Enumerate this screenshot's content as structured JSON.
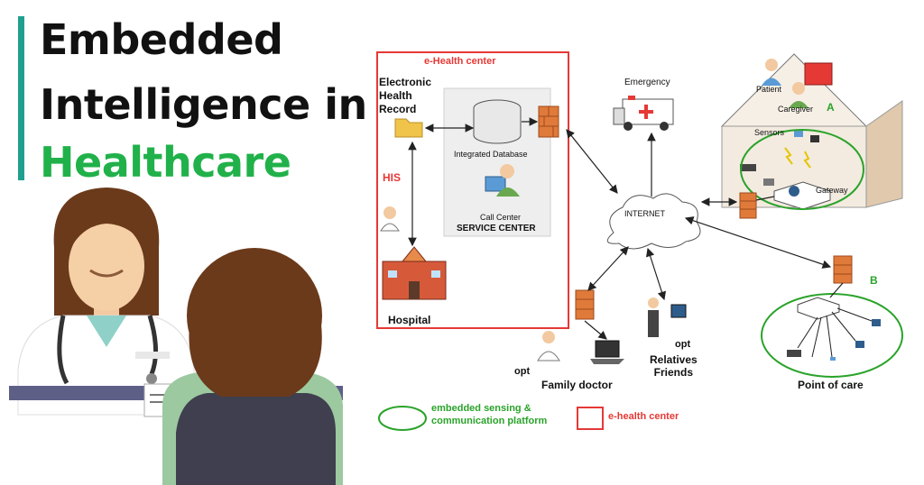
{
  "heading": {
    "line1": "Embedded",
    "line2": "Intelligence in",
    "line3": "Healthcare"
  },
  "ehealth_center": {
    "title": "e-Health center",
    "ehr": "Electronic\nHealth\nRecord",
    "his": "HIS",
    "integrated_db": "Integrated Database",
    "call_center": "Call Center",
    "service_center": "SERVICE CENTER",
    "hospital": "Hospital"
  },
  "network": {
    "emergency": "Emergency",
    "internet": "INTERNET",
    "opt1": "opt",
    "family_doctor": "Family doctor",
    "opt2": "opt",
    "relatives": "Relatives\nFriends"
  },
  "home": {
    "patient": "Patient",
    "caregiver": "Caregiver",
    "label_a": "A",
    "sensors": "Sensors",
    "gateway": "Gateway"
  },
  "poc": {
    "label_b": "B",
    "title": "Point of care"
  },
  "legend": {
    "green_item": "embedded sensing &\ncommunication platform",
    "red_item": "e-health center"
  },
  "colors": {
    "accent_bar": "#1fa08f",
    "heading_green": "#21b14a",
    "ehealth_red": "#e53935",
    "platform_green": "#2aa32a"
  }
}
